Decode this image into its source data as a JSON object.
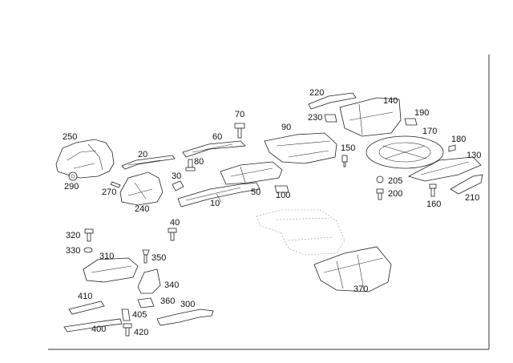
{
  "diagram": {
    "callouts": [
      {
        "id": "c10",
        "label": "10"
      },
      {
        "id": "c20",
        "label": "20"
      },
      {
        "id": "c30",
        "label": "30"
      },
      {
        "id": "c40",
        "label": "40"
      },
      {
        "id": "c50",
        "label": "50"
      },
      {
        "id": "c60",
        "label": "60"
      },
      {
        "id": "c70",
        "label": "70"
      },
      {
        "id": "c80",
        "label": "80"
      },
      {
        "id": "c90",
        "label": "90"
      },
      {
        "id": "c100",
        "label": "100"
      },
      {
        "id": "c130",
        "label": "130"
      },
      {
        "id": "c140",
        "label": "140"
      },
      {
        "id": "c150",
        "label": "150"
      },
      {
        "id": "c160",
        "label": "160"
      },
      {
        "id": "c170",
        "label": "170"
      },
      {
        "id": "c180",
        "label": "180"
      },
      {
        "id": "c190",
        "label": "190"
      },
      {
        "id": "c200",
        "label": "200"
      },
      {
        "id": "c205",
        "label": "205"
      },
      {
        "id": "c210",
        "label": "210"
      },
      {
        "id": "c220",
        "label": "220"
      },
      {
        "id": "c230",
        "label": "230"
      },
      {
        "id": "c240",
        "label": "240"
      },
      {
        "id": "c250",
        "label": "250"
      },
      {
        "id": "c270",
        "label": "270"
      },
      {
        "id": "c290",
        "label": "290"
      },
      {
        "id": "c300",
        "label": "300"
      },
      {
        "id": "c310",
        "label": "310"
      },
      {
        "id": "c320",
        "label": "320"
      },
      {
        "id": "c330",
        "label": "330"
      },
      {
        "id": "c340",
        "label": "340"
      },
      {
        "id": "c350",
        "label": "350"
      },
      {
        "id": "c360",
        "label": "360"
      },
      {
        "id": "c370",
        "label": "370"
      },
      {
        "id": "c400",
        "label": "400"
      },
      {
        "id": "c405",
        "label": "405"
      },
      {
        "id": "c410",
        "label": "410"
      },
      {
        "id": "c420",
        "label": "420"
      }
    ]
  }
}
